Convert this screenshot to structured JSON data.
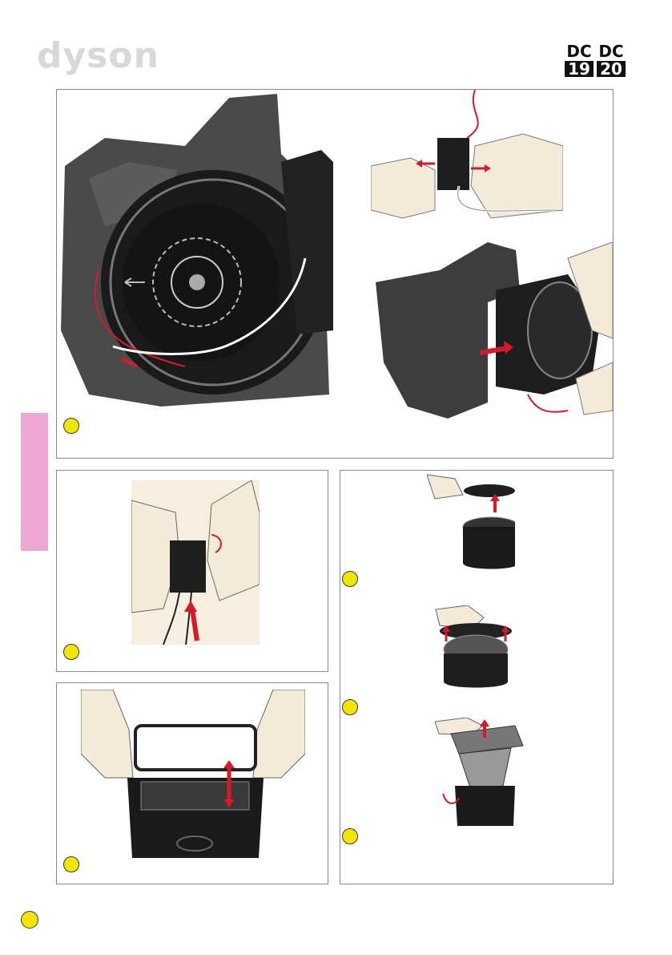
{
  "header": {
    "brand": "dyson",
    "model_badge": {
      "top_left": "DC",
      "top_right": "DC",
      "bottom_left": "19",
      "bottom_right": "20"
    }
  },
  "colors": {
    "step_dot": "#f2e600",
    "arrow_red": "#d8192b",
    "side_tab": "#eca8d2",
    "machine_dark": "#3c3c3c"
  }
}
